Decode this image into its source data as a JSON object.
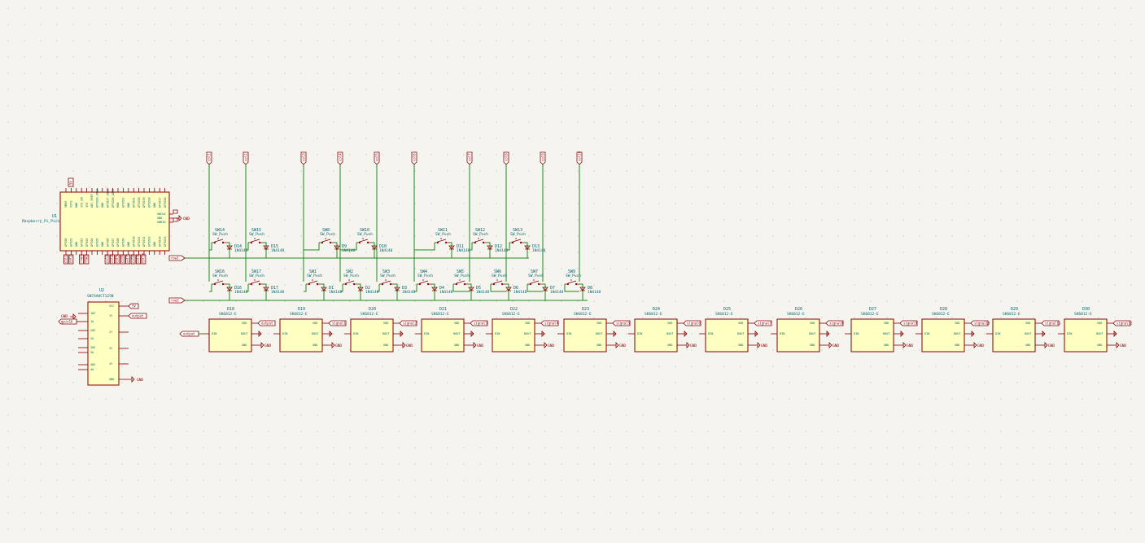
{
  "pico": {
    "ref": "U1",
    "value": "Raspberry_Pi_Pico",
    "top_pins": [
      "VBUS",
      "VSYS",
      "GND",
      "3V3_EN",
      "3V3",
      "ADC_VREF",
      "GPIO28_ADC2",
      "GND",
      "GPIO27_ADC1",
      "GPIO26_ADC0",
      "RUN",
      "GPIO22",
      "GND",
      "GPIO21",
      "GPIO20",
      "GPIO19",
      "GPIO18",
      "GND",
      "GPIO17",
      "GPIO16"
    ],
    "bottom_pins": [
      "GPIO0",
      "GPIO1",
      "GND",
      "GPIO2",
      "GPIO3",
      "GPIO4",
      "GPIO5",
      "GND",
      "GPIO6",
      "GPIO7",
      "GPIO8",
      "GPIO9",
      "GND",
      "GPIO10",
      "GPIO11",
      "GPIO12",
      "GPIO13",
      "GND",
      "GPIO14",
      "GPIO15"
    ],
    "right_pins": [
      "SWCLK",
      "GND",
      "SWDIO"
    ],
    "gnd_label": "GND",
    "top_tag": "5V",
    "bottom_tags": [
      "col1",
      "col2",
      "row1",
      "row2",
      "col3",
      "col4",
      "col5",
      "col6",
      "col7",
      "col8",
      "col9",
      "col10"
    ]
  },
  "level_shifter": {
    "ref": "U2",
    "value": "SN74AHCT125N",
    "left_pins": [
      "1OE",
      "1A",
      "2OE",
      "2A",
      "3OE",
      "3A",
      "4OE",
      "4A"
    ],
    "right_pins": [
      "VCC",
      "1Y",
      "2Y",
      "3Y",
      "4Y",
      "GND"
    ],
    "pwr_tag": "5V",
    "out_tag": "output",
    "in_gnd": "GND",
    "in_tag": "gpio16",
    "gnd_label": "GND"
  },
  "columns": [
    "col1",
    "col2",
    "col3",
    "col4",
    "col5",
    "col6",
    "col7",
    "col8",
    "col9",
    "col10"
  ],
  "rows": [
    "row1",
    "row2"
  ],
  "switches_row1": [
    {
      "ref": "SW14",
      "val": "SW_Push",
      "d": "D14",
      "dv": "1N4148"
    },
    {
      "ref": "SW15",
      "val": "SW_Push",
      "d": "D15",
      "dv": "1N4148"
    },
    {
      "ref": "SW8",
      "val": "SW_Push",
      "d": "D9",
      "dv": "1N4148"
    },
    {
      "ref": "SW10",
      "val": "SW_Push",
      "d": "D10",
      "dv": "1N4148"
    },
    {
      "ref": "SW11",
      "val": "SW_Push",
      "d": "D11",
      "dv": "1N4148"
    },
    {
      "ref": "SW12",
      "val": "SW_Push",
      "d": "D12",
      "dv": "1N4148"
    },
    {
      "ref": "SW13",
      "val": "SW_Push",
      "d": "D13",
      "dv": "1N4148"
    }
  ],
  "switches_row2": [
    {
      "ref": "SW16",
      "val": "SW_Push",
      "d": "D16",
      "dv": "1N4148"
    },
    {
      "ref": "SW17",
      "val": "SW_Push",
      "d": "D17",
      "dv": "1N4148"
    },
    {
      "ref": "SW1",
      "val": "SW_Push",
      "d": "D1",
      "dv": "1N4148"
    },
    {
      "ref": "SW2",
      "val": "SW_Push",
      "d": "D2",
      "dv": "1N4148"
    },
    {
      "ref": "SW3",
      "val": "SW_Push",
      "d": "D3",
      "dv": "1N4148"
    },
    {
      "ref": "SW4",
      "val": "SW_Push",
      "d": "D4",
      "dv": "1N4148"
    },
    {
      "ref": "SW5",
      "val": "SW_Push",
      "d": "D5",
      "dv": "1N4148"
    },
    {
      "ref": "SW6",
      "val": "SW_Push",
      "d": "D6",
      "dv": "1N4148"
    },
    {
      "ref": "SW7",
      "val": "SW_Push",
      "d": "D7",
      "dv": "1N4148"
    },
    {
      "ref": "SW9",
      "val": "SW_Push",
      "d": "D8",
      "dv": "1N4148"
    }
  ],
  "leds": {
    "refs": [
      "D18",
      "D19",
      "D20",
      "D21",
      "D22",
      "D23",
      "D24",
      "D25",
      "D26",
      "D27",
      "D28",
      "D29",
      "D30"
    ],
    "value": "SK6812-E",
    "pins": {
      "vdd": "VDD",
      "din": "DIN",
      "dout": "DOUT",
      "gnd": "GND"
    },
    "input_tag": "output",
    "link_tags": [
      "output",
      "signal1",
      "signal2",
      "signal3",
      "signal4",
      "signal5",
      "signal6",
      "signal7",
      "signal8",
      "signal9",
      "signal10",
      "signal11",
      "signal12"
    ],
    "gnd_label": "GND"
  },
  "colors": {
    "background": "#f5f4ef",
    "wire": "#1e8a1e",
    "body": "#ffffc2",
    "outline": "#840000",
    "text": "#00646c"
  }
}
